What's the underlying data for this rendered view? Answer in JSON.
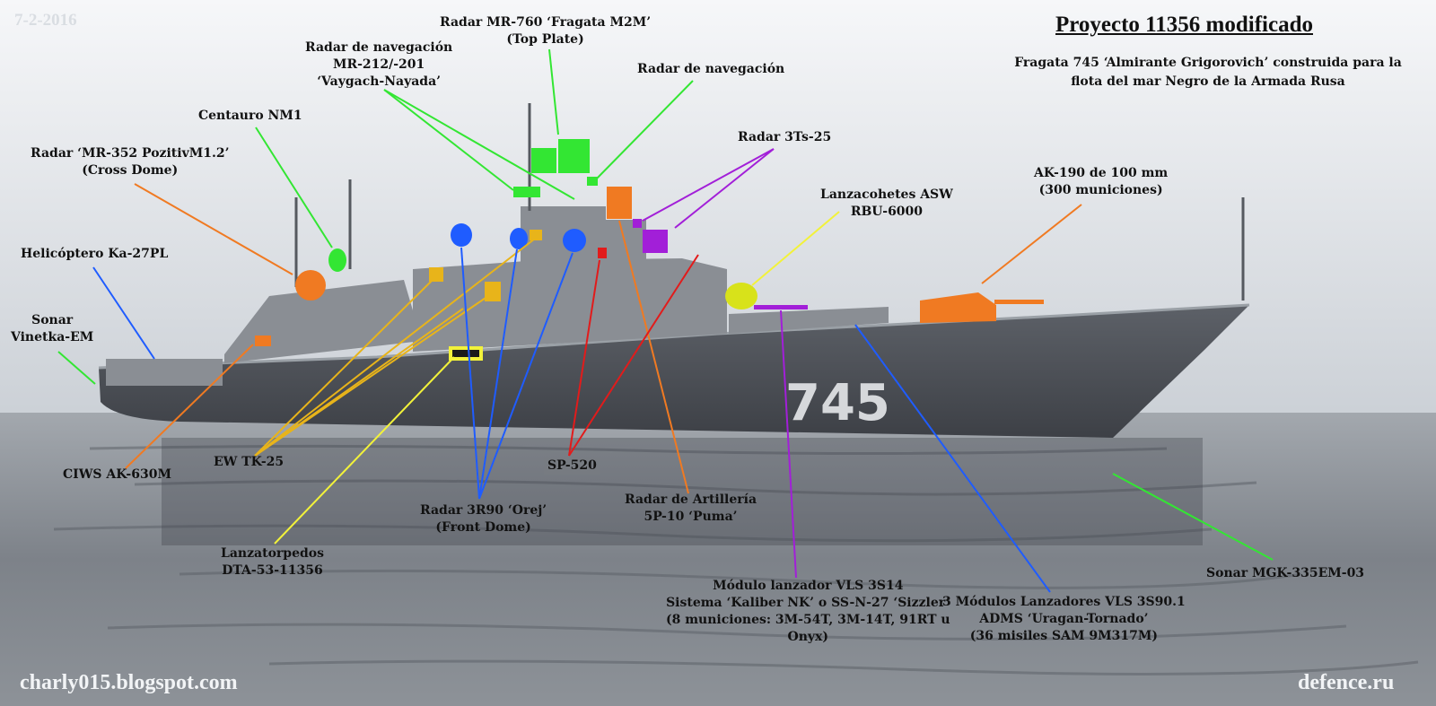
{
  "date": "7-2-2016",
  "title": "Proyecto 11356 modificado",
  "subtitle": "Fragata 745 ‘Almirante Grigorovich’ construida para la flota del mar Negro de la Armada Rusa",
  "hull_number": "745",
  "watermark_left": "charly015.blogspot.com",
  "watermark_right": "defence.ru",
  "colors": {
    "sky_top": "#f6f7f9",
    "sky_bottom": "#cbd0d6",
    "sea": "#7d8289",
    "hull": "#4b4f55",
    "superstructure": "#8a8e94",
    "green": "#33e633",
    "orange": "#f07a22",
    "blue": "#1f5cff",
    "red": "#e21b1b",
    "purple": "#a21fd8",
    "yellow": "#f2f23a",
    "gold": "#e8b41a"
  },
  "labels": {
    "radar_mr760": [
      "Radar MR-760 ‘Fragata M2M’",
      "(Top Plate)"
    ],
    "radar_nav_mr212": [
      "Radar de navegación",
      "MR-212/-201",
      "‘Vaygach-Nayada’"
    ],
    "radar_nav": [
      "Radar de navegación"
    ],
    "centauro": [
      "Centauro NM1"
    ],
    "radar_mr352": [
      "Radar ‘MR-352 PozitivM1.2’",
      "(Cross Dome)"
    ],
    "radar_3ts25": [
      "Radar  3Ts-25"
    ],
    "rbu6000": [
      "Lanzacohetes ASW",
      "RBU-6000"
    ],
    "ak190": [
      "AK-190 de 100 mm",
      "(300 municiones)"
    ],
    "helicopter": [
      "Helicóptero Ka-27PL"
    ],
    "sonar_vinetka": [
      "Sonar",
      "Vinetka-EM"
    ],
    "ciws": [
      "CIWS AK-630M"
    ],
    "ew": [
      "EW TK-25"
    ],
    "sp520": [
      "SP-520"
    ],
    "radar_3r90": [
      "Radar 3R90 ‘Orej’",
      "(Front Dome)"
    ],
    "radar_artilleria": [
      "Radar  de Artillería",
      "5P-10 ‘Puma’"
    ],
    "torpedo": [
      "Lanzatorpedos",
      "DTA-53-11356"
    ],
    "vls_3s14": [
      "Módulo lanzador VLS 3S14",
      "Sistema ‘Kaliber NK’ o SS-N-27 ‘Sizzler’",
      "(8 municiones: 3M-54T, 3M-14T, 91RT u",
      "Onyx)"
    ],
    "vls_3s90": [
      "3 Módulos Lanzadores VLS 3S90.1",
      "ADMS  ‘Uragan-Tornado’",
      "(36 misiles SAM  9M317M)"
    ],
    "sonar_mgk": [
      "Sonar MGK-335EM-03"
    ]
  }
}
